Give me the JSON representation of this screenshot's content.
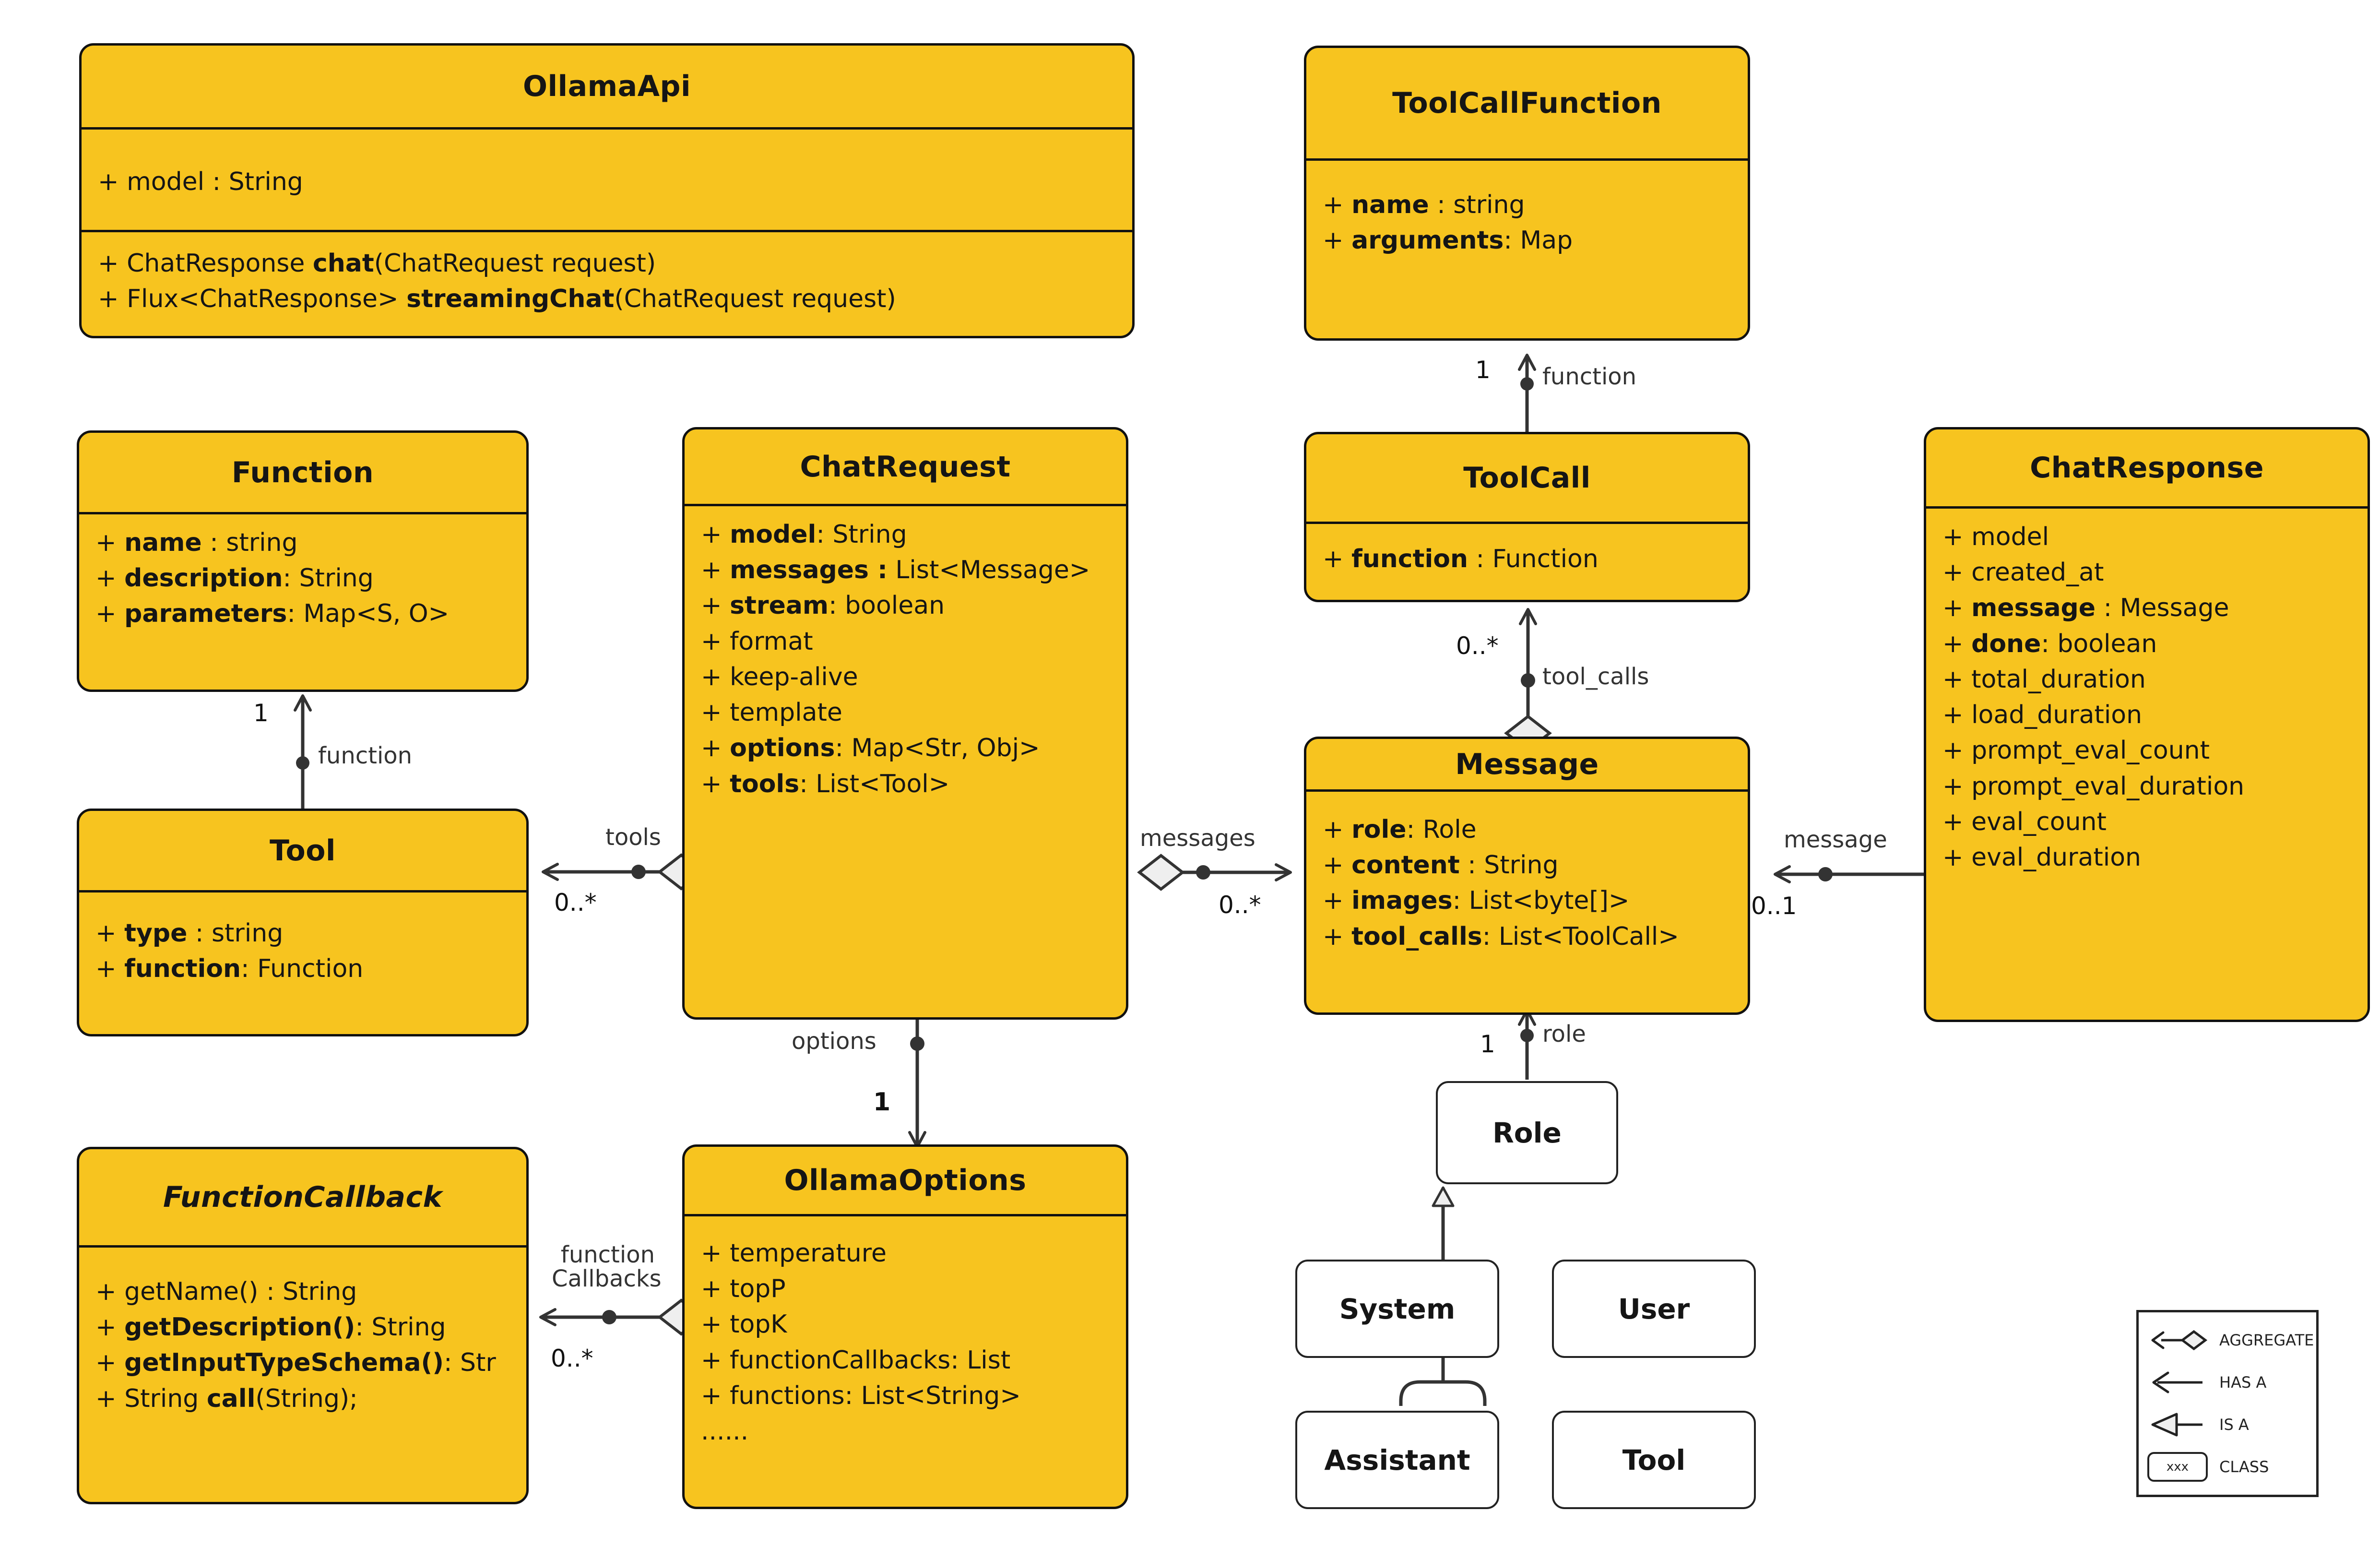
{
  "diagram": {
    "title": "Ollama API UML Class Diagram",
    "colors": {
      "class_fill": "#F7C41F",
      "class_border": "#111111",
      "enum_fill": "#FFFFFF",
      "line": "#333333",
      "diamond_fill": "#EFEFEF"
    }
  },
  "classes": {
    "ollama_api": {
      "name": "OllamaApi",
      "attributes": [
        {
          "text": "+ model : String",
          "bold_part": ""
        }
      ],
      "methods": [
        {
          "prefix": "+ ChatResponse ",
          "bold": "chat",
          "suffix": "(ChatRequest request)"
        },
        {
          "prefix": "+ Flux<ChatResponse> ",
          "bold": "streamingChat",
          "suffix": "(ChatRequest request)"
        }
      ]
    },
    "tool_call_function": {
      "name": "ToolCallFunction",
      "attributes": [
        {
          "prefix": "+ ",
          "bold": "name",
          "suffix": " : string"
        },
        {
          "prefix": "+ ",
          "bold": "arguments",
          "suffix": ": Map"
        }
      ]
    },
    "function": {
      "name": "Function",
      "attributes": [
        {
          "prefix": "+ ",
          "bold": "name",
          "suffix": " : string"
        },
        {
          "prefix": "+ ",
          "bold": "description",
          "suffix": ": String"
        },
        {
          "prefix": "+ ",
          "bold": "parameters",
          "suffix": ": Map<S, O>"
        }
      ]
    },
    "chat_request": {
      "name": "ChatRequest",
      "attributes": [
        {
          "prefix": "+ ",
          "bold": "model",
          "suffix": ": String"
        },
        {
          "prefix": "+ ",
          "bold": "messages :",
          "suffix": " List<Message>"
        },
        {
          "prefix": "+ ",
          "bold": "stream",
          "suffix": ": boolean"
        },
        {
          "prefix": "+ format",
          "bold": "",
          "suffix": ""
        },
        {
          "prefix": "+ keep-alive",
          "bold": "",
          "suffix": ""
        },
        {
          "prefix": "+ template",
          "bold": "",
          "suffix": ""
        },
        {
          "prefix": "+ ",
          "bold": "options",
          "suffix": ": Map<Str, Obj>"
        },
        {
          "prefix": "+ ",
          "bold": "tools",
          "suffix": ": List<Tool>"
        }
      ]
    },
    "tool_call": {
      "name": "ToolCall",
      "attributes": [
        {
          "prefix": "+ ",
          "bold": "function",
          "suffix": " : Function"
        }
      ]
    },
    "chat_response": {
      "name": "ChatResponse",
      "attributes": [
        {
          "prefix": "+ model",
          "bold": "",
          "suffix": ""
        },
        {
          "prefix": "+ created_at",
          "bold": "",
          "suffix": ""
        },
        {
          "prefix": "+ ",
          "bold": "message",
          "suffix": " : Message"
        },
        {
          "prefix": "+ ",
          "bold": "done",
          "suffix": ": boolean"
        },
        {
          "prefix": "+ total_duration",
          "bold": "",
          "suffix": ""
        },
        {
          "prefix": "+ load_duration",
          "bold": "",
          "suffix": ""
        },
        {
          "prefix": "+ prompt_eval_count",
          "bold": "",
          "suffix": ""
        },
        {
          "prefix": "+ prompt_eval_duration",
          "bold": "",
          "suffix": ""
        },
        {
          "prefix": "+ eval_count",
          "bold": "",
          "suffix": ""
        },
        {
          "prefix": "+ eval_duration",
          "bold": "",
          "suffix": ""
        }
      ]
    },
    "tool": {
      "name": "Tool",
      "attributes": [
        {
          "prefix": "+ ",
          "bold": "type",
          "suffix": " : string"
        },
        {
          "prefix": "+ ",
          "bold": "function",
          "suffix": ": Function"
        }
      ]
    },
    "message": {
      "name": "Message",
      "attributes": [
        {
          "prefix": "+ ",
          "bold": "role",
          "suffix": ": Role"
        },
        {
          "prefix": "+ ",
          "bold": "content",
          "suffix": " : String"
        },
        {
          "prefix": "+ ",
          "bold": "images",
          "suffix": ": List<byte[]>"
        },
        {
          "prefix": "+ ",
          "bold": "tool_calls",
          "suffix": ": List<ToolCall>"
        }
      ]
    },
    "function_callback": {
      "name": "FunctionCallback",
      "abstract": true,
      "attributes": [
        {
          "prefix": "+ getName() : String",
          "bold": "",
          "suffix": ""
        },
        {
          "prefix": "+ ",
          "bold": "getDescription()",
          "suffix": ": String"
        },
        {
          "prefix": "+ ",
          "bold": "getInputTypeSchema()",
          "suffix": ": Str"
        },
        {
          "prefix": "+ String ",
          "bold": "call",
          "suffix": "(String);"
        }
      ]
    },
    "ollama_options": {
      "name": "OllamaOptions",
      "attributes": [
        {
          "prefix": "+ temperature",
          "bold": "",
          "suffix": ""
        },
        {
          "prefix": "+ topP",
          "bold": "",
          "suffix": ""
        },
        {
          "prefix": "+ topK",
          "bold": "",
          "suffix": ""
        },
        {
          "prefix": "+ functionCallbacks: List",
          "bold": "",
          "suffix": ""
        },
        {
          "prefix": "+ functions: List<String>",
          "bold": "",
          "suffix": ""
        },
        {
          "prefix": "......",
          "bold": "",
          "suffix": ""
        }
      ]
    }
  },
  "enums": {
    "role": "Role",
    "system": "System",
    "user": "User",
    "assistant": "Assistant",
    "tool": "Tool"
  },
  "edges": {
    "toolcallfunction_toolcall": {
      "role": "function",
      "mult_source": "1"
    },
    "tool_function": {
      "role": "function",
      "mult_source": "1"
    },
    "chatrequest_tool": {
      "role": "tools",
      "mult_source": "0..*"
    },
    "chatrequest_message": {
      "role": "messages",
      "mult_source": "0..*"
    },
    "message_toolcall": {
      "role": "tool_calls",
      "mult_source": "0..*"
    },
    "chatresponse_message": {
      "role": "message",
      "mult_source": "0..1"
    },
    "message_role": {
      "role": "role",
      "mult_source": "1"
    },
    "chatrequest_options": {
      "role": "options",
      "mult_source": "1"
    },
    "ollamaoptions_functioncallback": {
      "role_line1": "function",
      "role_line2": "Callbacks",
      "mult_source": "0..*"
    }
  },
  "legend": {
    "rows": [
      {
        "symbol": "aggregate-arrow-diamond-icon",
        "label": "AGGREGATE"
      },
      {
        "symbol": "has-a-arrow-icon",
        "label": "HAS A"
      },
      {
        "symbol": "is-a-triangle-arrow-icon",
        "label": "IS A"
      },
      {
        "symbol": "class-box-icon",
        "label": "CLASS",
        "box_text": "xxx"
      }
    ]
  }
}
